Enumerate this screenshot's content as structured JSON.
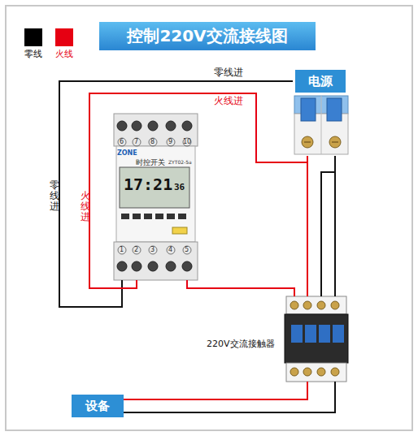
{
  "diagram": {
    "title": "控制220V交流接线图",
    "nodes": [
      {
        "text": [
          "电源"
        ]
      },
      {
        "text": [
          "ZONE",
          "时控开关",
          "ZYT02-5a",
          "17:21",
          "36"
        ]
      },
      {
        "text": [
          "220V交流接触器"
        ]
      },
      {
        "text": [
          "设备"
        ]
      }
    ],
    "edges": [
      {
        "from": 0,
        "to": 1,
        "arrow": "none",
        "label": "零线进"
      },
      {
        "from": 0,
        "to": 1,
        "arrow": "none",
        "label": "火线进"
      },
      {
        "from": 1,
        "to": 2,
        "arrow": "none"
      },
      {
        "from": 0,
        "to": 2,
        "arrow": "none"
      },
      {
        "from": 0,
        "to": 2,
        "arrow": "none"
      },
      {
        "from": 0,
        "to": 2,
        "arrow": "none"
      },
      {
        "from": 2,
        "to": 3,
        "arrow": "none"
      },
      {
        "from": 2,
        "to": 3,
        "arrow": "none"
      }
    ],
    "labels": [
      "零线进",
      "火线进",
      "6",
      "7",
      "8",
      "9",
      "10",
      "1",
      "2",
      "3",
      "4",
      "5"
    ],
    "legend": [
      {
        "text": "零线",
        "color": "#000000"
      },
      {
        "text": "火线",
        "color": "#e60012"
      }
    ]
  }
}
